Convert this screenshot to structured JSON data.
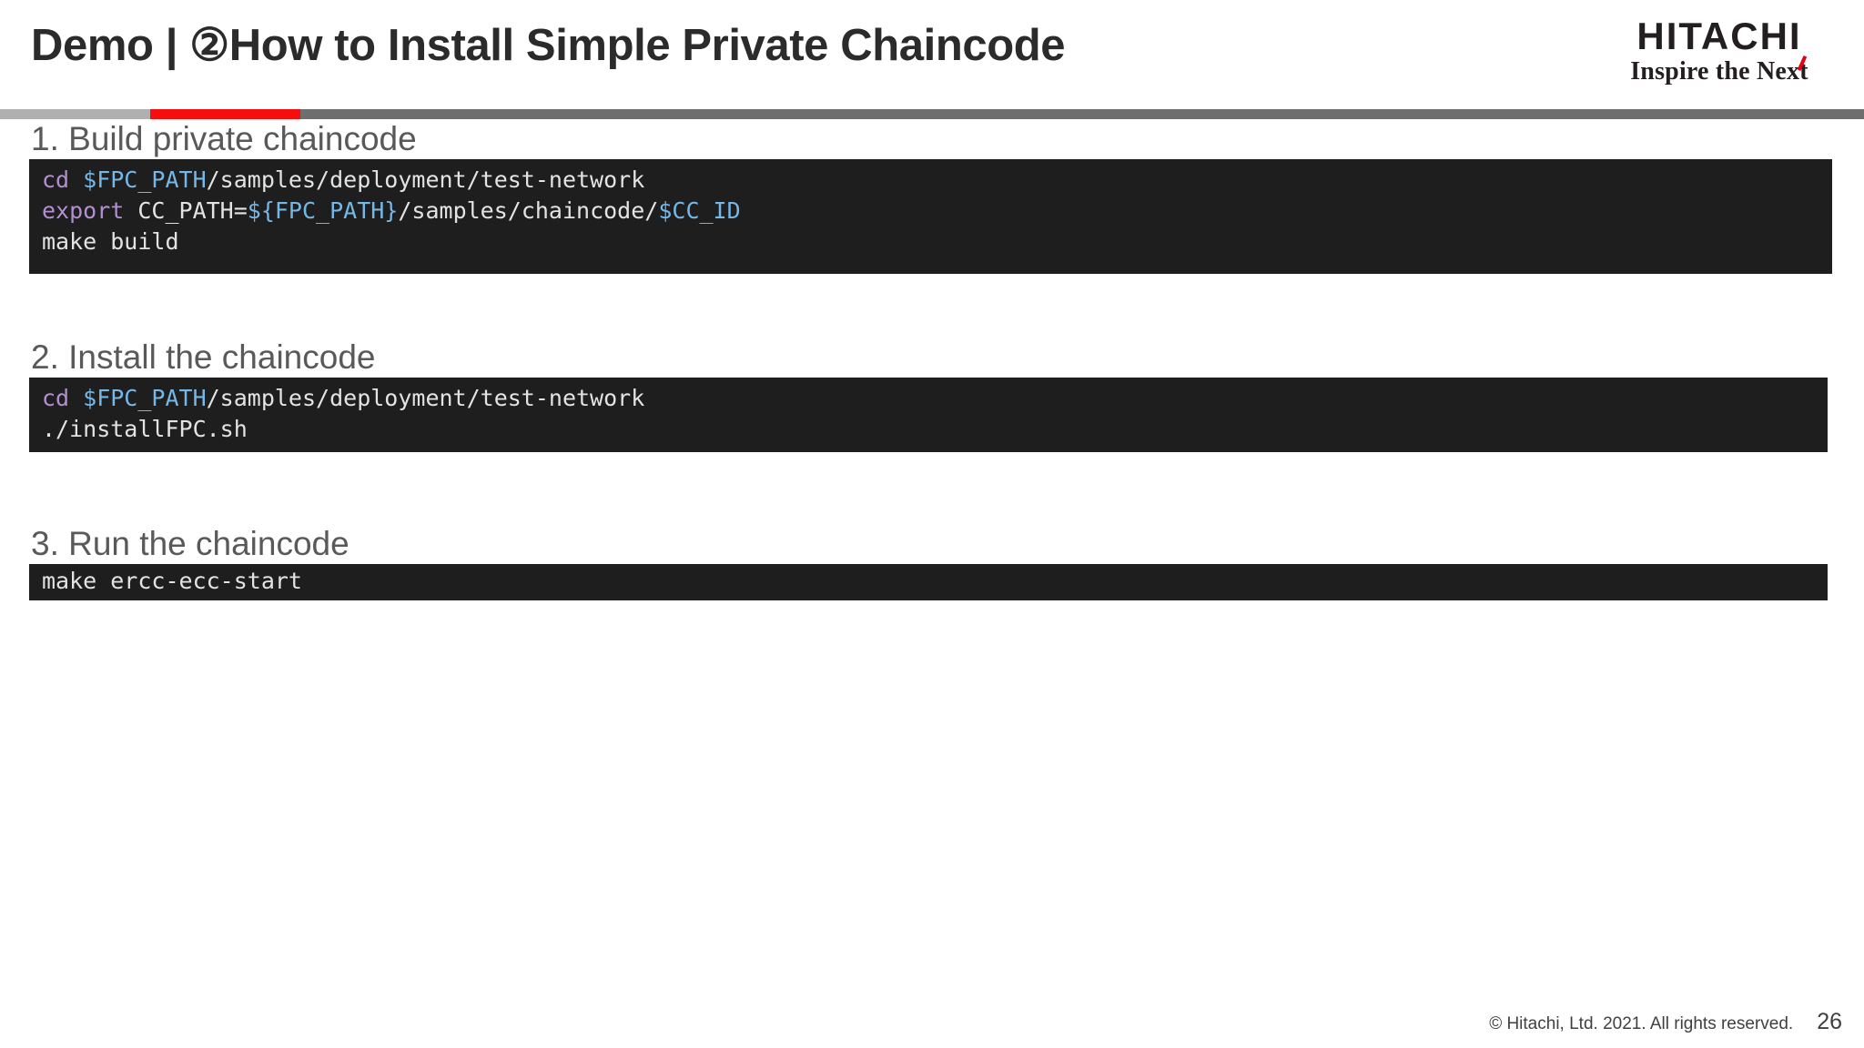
{
  "header": {
    "title": "Demo | ②How to Install Simple Private Chaincode",
    "logo": {
      "mark": "HITACHI",
      "tagline": "Inspire the Next",
      "accent_color": "#e60012"
    }
  },
  "divider": {
    "segment_light_color": "#b0b0b0",
    "segment_red_color": "#f60d0d",
    "segment_dark_color": "#6e6e6e"
  },
  "sections": [
    {
      "heading": "1. Build private chaincode",
      "code_lines": [
        [
          {
            "text": "cd ",
            "type": "keyword"
          },
          {
            "text": "$FPC_PATH",
            "type": "variable"
          },
          {
            "text": "/samples/deployment/test-network",
            "type": "plain"
          }
        ],
        [
          {
            "text": "export ",
            "type": "keyword"
          },
          {
            "text": "CC_PATH=",
            "type": "plain"
          },
          {
            "text": "${FPC_PATH}",
            "type": "variable"
          },
          {
            "text": "/samples/chaincode/",
            "type": "plain"
          },
          {
            "text": "$CC_ID",
            "type": "variable"
          }
        ],
        [
          {
            "text": "make build",
            "type": "plain"
          }
        ]
      ]
    },
    {
      "heading": "2. Install the chaincode",
      "code_lines": [
        [
          {
            "text": "cd ",
            "type": "keyword"
          },
          {
            "text": "$FPC_PATH",
            "type": "variable"
          },
          {
            "text": "/samples/deployment/test-network",
            "type": "plain"
          }
        ],
        [
          {
            "text": "./installFPC.sh",
            "type": "plain"
          }
        ]
      ]
    },
    {
      "heading": "3. Run the chaincode",
      "code_lines": [
        [
          {
            "text": "make ercc-ecc-start",
            "type": "plain"
          }
        ]
      ]
    }
  ],
  "footer": {
    "copyright": "© Hitachi, Ltd. 2021. All rights reserved.",
    "page_number": "26"
  },
  "theme": {
    "code_background": "#1e1e1e",
    "code_text": "#e3e3e3",
    "code_keyword": "#b38fd1",
    "code_variable": "#74b8e8",
    "heading_color": "#595959",
    "title_color": "#2b2b2b"
  }
}
